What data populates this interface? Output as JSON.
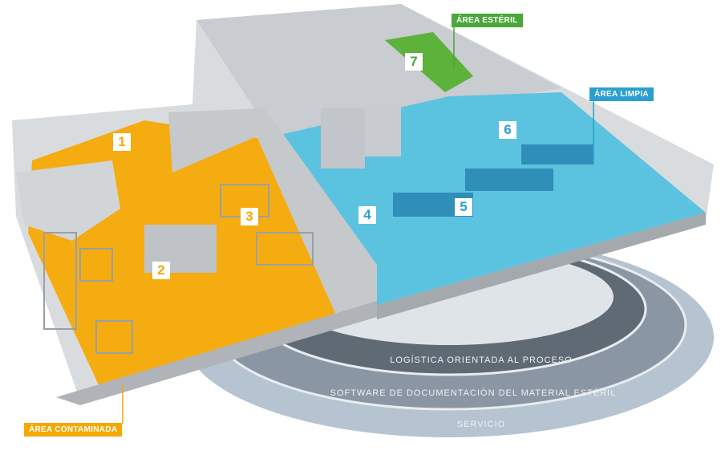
{
  "areas": {
    "esteril": {
      "label": "ÁREA ESTÉRIL",
      "color": "#4aa83a"
    },
    "limpia": {
      "label": "ÁREA LIMPIA",
      "color": "#2a9fd0"
    },
    "contaminada": {
      "label": "ÁREA CONTAMINADA",
      "color": "#f5a800"
    }
  },
  "zones": [
    "1",
    "2",
    "3",
    "4",
    "5",
    "6",
    "7"
  ],
  "rings": {
    "inner": "LOGÍSTICA ORIENTADA AL PROCESO",
    "middle": "SOFTWARE DE DOCUMENTACIÓN DEL MATERIAL ESTÉRIL",
    "outer": "SERVICIO"
  }
}
